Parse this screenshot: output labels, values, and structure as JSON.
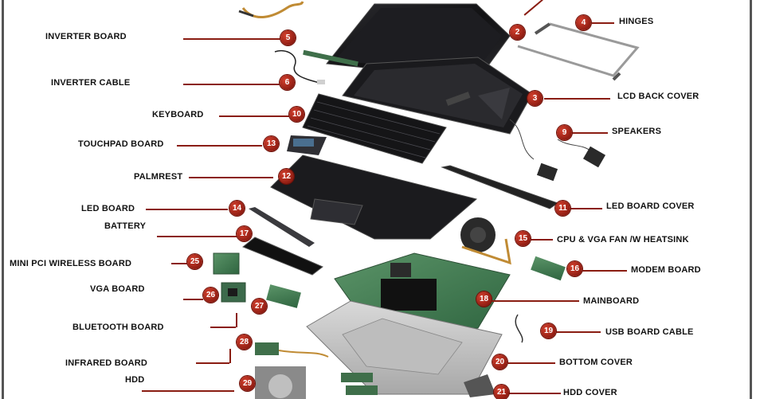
{
  "colors": {
    "leader": "#8a1d12",
    "badge": "#b02a1c",
    "label": "#111111",
    "part_dark": "#1c1c1f",
    "board_green": "#3f7a4e"
  },
  "callouts": [
    {
      "num": "2",
      "label": ""
    },
    {
      "num": "3",
      "label": "LCD BACK COVER"
    },
    {
      "num": "4",
      "label": "HINGES"
    },
    {
      "num": "5",
      "label": "INVERTER BOARD"
    },
    {
      "num": "6",
      "label": "INVERTER CABLE"
    },
    {
      "num": "9",
      "label": "SPEAKERS"
    },
    {
      "num": "10",
      "label": "KEYBOARD"
    },
    {
      "num": "11",
      "label": "LED BOARD COVER"
    },
    {
      "num": "12",
      "label": "PALMREST"
    },
    {
      "num": "13",
      "label": "TOUCHPAD BOARD"
    },
    {
      "num": "14",
      "label": "LED BOARD"
    },
    {
      "num": "15",
      "label": "CPU & VGA FAN /W HEATSINK"
    },
    {
      "num": "16",
      "label": "MODEM BOARD"
    },
    {
      "num": "17",
      "label": "BATTERY"
    },
    {
      "num": "18",
      "label": "MAINBOARD"
    },
    {
      "num": "19",
      "label": "USB BOARD CABLE"
    },
    {
      "num": "20",
      "label": "BOTTOM COVER"
    },
    {
      "num": "21",
      "label": "HDD COVER"
    },
    {
      "num": "25",
      "label": "MINI PCI WIRELESS BOARD"
    },
    {
      "num": "26",
      "label": "VGA BOARD"
    },
    {
      "num": "27",
      "label": "BLUETOOTH BOARD"
    },
    {
      "num": "28",
      "label": "INFRARED BOARD"
    },
    {
      "num": "29",
      "label": "HDD"
    }
  ]
}
